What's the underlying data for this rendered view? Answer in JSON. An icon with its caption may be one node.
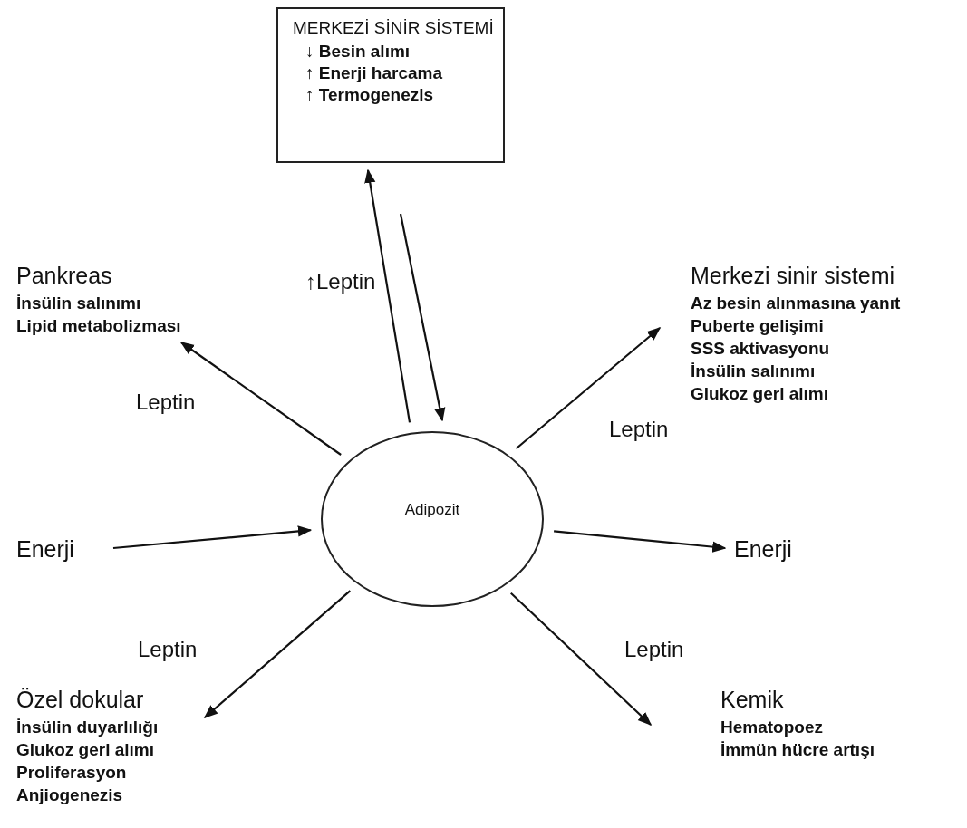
{
  "diagram": {
    "nodes": [
      {
        "text": [
          "MERKEZİ SİNİR SİSTEMİ",
          "↓ Besin alımı",
          "↑ Enerji harcama",
          "↑ Termogenezis"
        ]
      },
      {
        "text": [
          "Pankreas",
          "İnsülin salınımı",
          "Lipid metabolizması"
        ]
      },
      {
        "text": [
          "Merkezi sinir sistemi",
          "Az besin alınmasına yanıt",
          "Puberte gelişimi",
          "SSS aktivasyonu",
          "İnsülin salınımı",
          "Glukoz geri alımı"
        ]
      },
      {
        "text": [
          "Enerji"
        ]
      },
      {
        "text": [
          "Adipozit"
        ]
      },
      {
        "text": [
          "Enerji"
        ]
      },
      {
        "text": [
          "Özel dokular",
          "İnsülin duyarlılığı",
          "Glukoz geri alımı",
          "Proliferasyon",
          "Anjiogenezis"
        ]
      },
      {
        "text": [
          "Kemik",
          "Hematopoez",
          "İmmün hücre artışı"
        ]
      }
    ],
    "edges": [
      {
        "from": 4,
        "to": 0,
        "arrow": "to",
        "label": "↑Leptin"
      },
      {
        "from": 0,
        "to": 4,
        "arrow": "to"
      },
      {
        "from": 4,
        "to": 1,
        "arrow": "to",
        "label": "Leptin"
      },
      {
        "from": 4,
        "to": 2,
        "arrow": "to",
        "label": "Leptin"
      },
      {
        "from": 3,
        "to": 4,
        "arrow": "to"
      },
      {
        "from": 4,
        "to": 5,
        "arrow": "to"
      },
      {
        "from": 4,
        "to": 6,
        "arrow": "to",
        "label": "Leptin"
      },
      {
        "from": 4,
        "to": 7,
        "arrow": "to",
        "label": "Leptin"
      }
    ]
  }
}
